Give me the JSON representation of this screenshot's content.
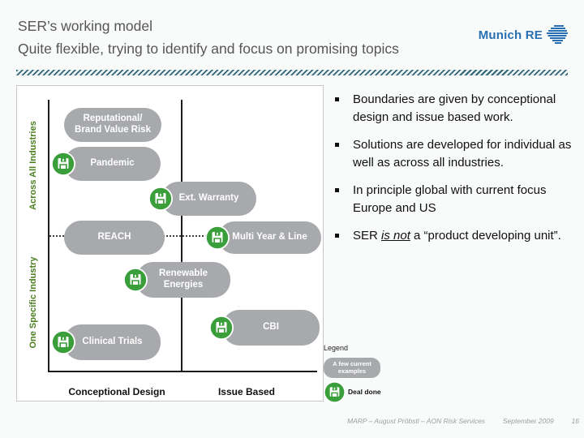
{
  "header": {
    "title": "SER’s working model",
    "subtitle": "Quite flexible, trying to identify and focus on promising topics",
    "logo": "Munich RE"
  },
  "diagram": {
    "axis": {
      "y_top": "Across All Industries",
      "y_bottom": "One Specific Industry",
      "x_left": "Conceptional Design",
      "x_right": "Issue Based"
    },
    "boxes": {
      "reputational": {
        "label": "Reputational/\nBrand Value Risk",
        "deal_done": false
      },
      "pandemic": {
        "label": "Pandemic",
        "deal_done": true
      },
      "ext_warranty": {
        "label": "Ext. Warranty",
        "deal_done": true
      },
      "reach": {
        "label": "REACH",
        "deal_done": false
      },
      "multi_year": {
        "label": "Multi Year & Line",
        "deal_done": true
      },
      "renewable": {
        "label": "Renewable\nEnergies",
        "deal_done": true
      },
      "cbi": {
        "label": "CBI",
        "deal_done": true
      },
      "clinical": {
        "label": "Clinical Trials",
        "deal_done": true
      }
    }
  },
  "bullets": [
    {
      "text": "Boundaries are given by conceptional design and issue based work."
    },
    {
      "text": "Solutions are developed for individual as well as across all industries."
    },
    {
      "text": "In principle global with current focus Europe and US"
    },
    {
      "pre": "SER ",
      "emph": "is not",
      "post": " a “product developing unit”."
    }
  ],
  "legend": {
    "title": "Legend",
    "examples_label": "A few current\nexamples",
    "deal_done_label": "Deal done"
  },
  "footer": {
    "author": "MARP – August Pröbstl – AON Risk Services",
    "date": "September 2009",
    "page": "16"
  },
  "colors": {
    "box_gray": "#a7a9ac",
    "icon_green": "#3a9e3a",
    "axis_label_green": "#4c7f21",
    "logo_blue": "#2970b2",
    "hatch_teal": "#2e6878",
    "title_gray": "#565658"
  }
}
